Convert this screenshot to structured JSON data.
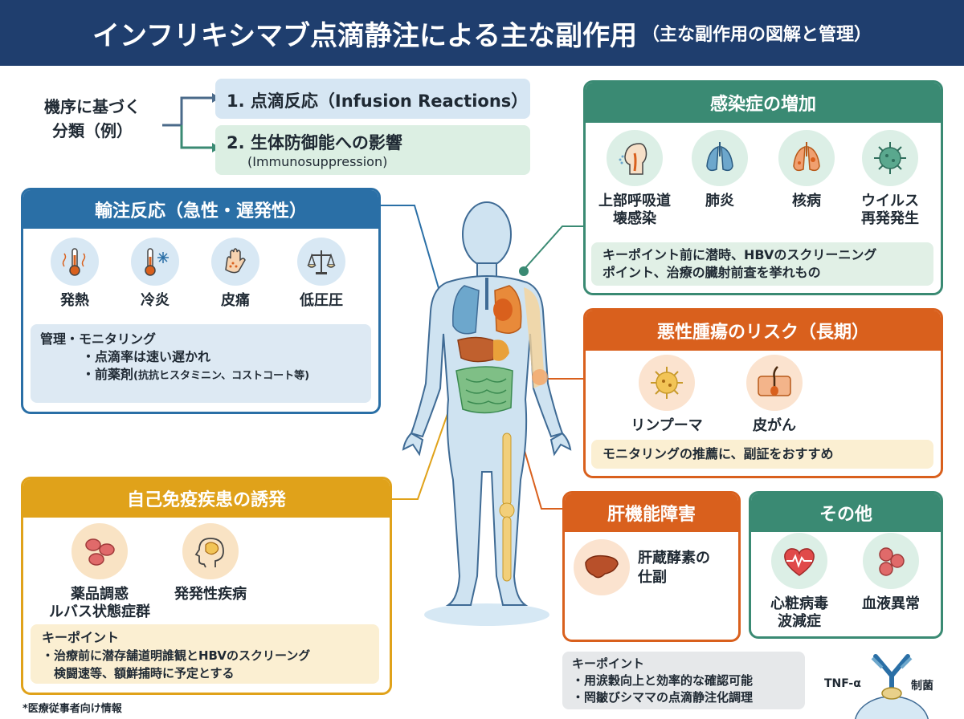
{
  "header": {
    "title": "インフリキシマブ点滴静注による主な副作用",
    "subtitle": "（主な副作用の図解と管理）"
  },
  "classification": {
    "label": "機序に基づく\n分類（例）",
    "item1": "1. 点滴反応（Infusion Reactions）",
    "item2_title": "2. 生体防御能への影響",
    "item2_sub": "(Immunosuppression)"
  },
  "infusion": {
    "title": "輸注反応（急性・遅発性）",
    "icons": [
      {
        "name": "thermometer-wave-icon",
        "label": "発熱"
      },
      {
        "name": "thermometer-snow-icon",
        "label": "冷炎"
      },
      {
        "name": "hand-rash-icon",
        "label": "皮痛"
      },
      {
        "name": "balance-scale-icon",
        "label": "低圧圧"
      }
    ],
    "mgmt_title": "管理・モニタリング",
    "mgmt_items": [
      "・点滴率は速い遅かれ",
      "・前薬剤"
    ],
    "mgmt_item2_small": "(抗抗ヒスタミニン、コストコート等)"
  },
  "infection": {
    "title": "感染症の増加",
    "icons": [
      {
        "name": "throat-icon",
        "label": "上部呼吸道\n壊感染"
      },
      {
        "name": "lungs-icon",
        "label": "肺炎"
      },
      {
        "name": "tb-lungs-icon",
        "label": "核病"
      },
      {
        "name": "virus-icon",
        "label": "ウイルス\n再発発生"
      }
    ],
    "note": "キーポイント前に潜時、HBVのスクリーニング\nポイント、治療の臓射前査を挙れもの"
  },
  "malignancy": {
    "title": "悪性腫瘍のリスク（長期）",
    "icons": [
      {
        "name": "lymphoma-cell-icon",
        "label": "リンプーマ"
      },
      {
        "name": "skin-follicle-icon",
        "label": "皮がん"
      }
    ],
    "note": "モニタリングの推薦に、副証をおすすめ"
  },
  "autoimmune": {
    "title": "自己免疫疾患の誘発",
    "icons": [
      {
        "name": "blood-cells-icon",
        "label": "薬品調惑\nルバス状態症群"
      },
      {
        "name": "head-brain-icon",
        "label": "発発性疾病"
      }
    ],
    "note_title": "キーポイント",
    "note_items": [
      "・治療前に潜存舗道明誰観とHBVのスクリーング",
      "　検闘速等、額鮮捕時に予定とする"
    ]
  },
  "liver": {
    "title": "肝機能障害",
    "icon": {
      "name": "liver-icon",
      "label": "肝蔵酵素の\n仕副"
    }
  },
  "other": {
    "title": "その他",
    "icons": [
      {
        "name": "heart-ecg-icon",
        "label": "心粧病毒\n波減症"
      },
      {
        "name": "red-cells-icon",
        "label": "血液異常"
      }
    ],
    "label2": "血液異常"
  },
  "keypoint_bottom": {
    "title": "キーポイント",
    "items": [
      "・用涙穀向上と効率的な確認可能",
      "・罔皺びシママの点滴静注化調理"
    ]
  },
  "tnf": {
    "left": "TNF-α",
    "right": "制菌"
  },
  "footnote": "*医療従事者向け情報",
  "colors": {
    "header": "#1f3e6e",
    "blue": "#2a6fa6",
    "green": "#3a8a73",
    "orange": "#d9601d",
    "gold": "#e0a21a"
  }
}
